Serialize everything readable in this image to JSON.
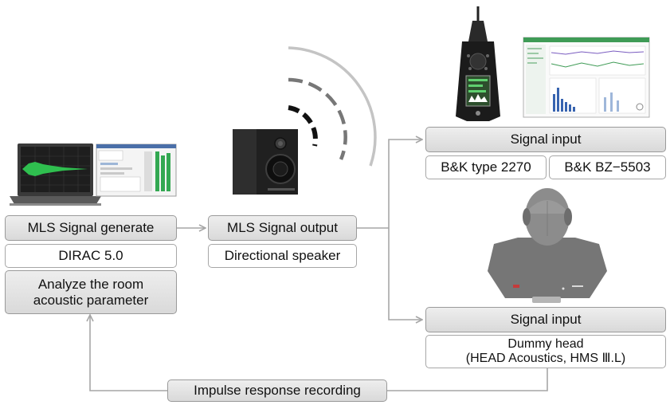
{
  "generator": {
    "title": "MLS Signal generate",
    "software": "DIRAC 5.0",
    "analysis": [
      "Analyze the room",
      "acoustic parameter"
    ]
  },
  "output": {
    "title": "MLS Signal output",
    "device": "Directional speaker"
  },
  "input_meter": {
    "title": "Signal input",
    "devices": [
      "B&K type 2270",
      "B&K BZ−5503"
    ]
  },
  "input_head": {
    "title": "Signal input",
    "device": [
      "Dummy head",
      "(HEAD Acoustics, HMS Ⅲ.L)"
    ]
  },
  "feedback": {
    "label": "Impulse response recording"
  },
  "colors": {
    "connector": "#a6a6a6",
    "box_fill": "#e2e2e2",
    "box_border": "#a7a7a7"
  },
  "pictures": [
    "laptop-icon",
    "software-screenshot",
    "speaker-icon",
    "sound-wave-icon",
    "sound-level-meter-icon",
    "analysis-software-screenshot",
    "dummy-head-icon"
  ]
}
